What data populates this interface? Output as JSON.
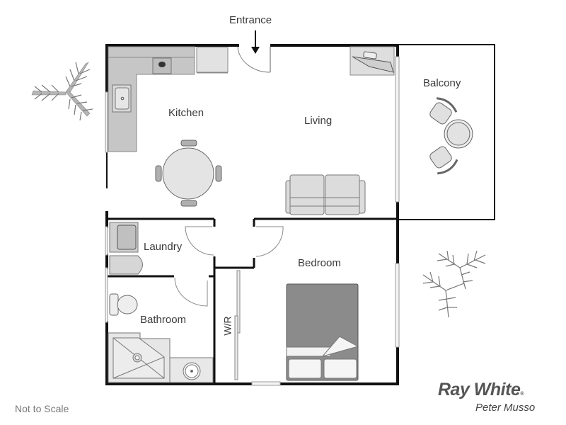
{
  "plan": {
    "entrance_label": "Entrance",
    "rooms": {
      "kitchen": "Kitchen",
      "living": "Living",
      "balcony": "Balcony",
      "laundry": "Laundry",
      "bathroom": "Bathroom",
      "bedroom": "Bedroom",
      "wardrobe": "W/R"
    },
    "note": "Not to Scale"
  },
  "branding": {
    "company": "Ray White",
    "registered_mark": "®",
    "agent": "Peter Musso"
  },
  "colors": {
    "wall": "#111111",
    "fixture_fill": "#c8c8c8",
    "furniture_fill": "#e0e0e0",
    "bed_fill": "#888888",
    "plant": "#999999"
  }
}
